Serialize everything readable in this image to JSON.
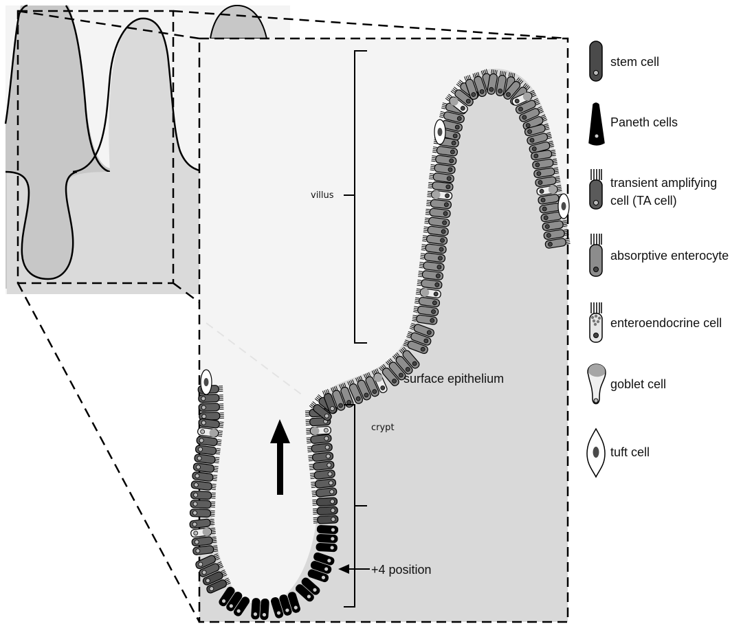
{
  "labels": {
    "villus": "villus",
    "crypt": "crypt",
    "surface": "surface epithelium",
    "plus4": "+4 position"
  },
  "legend": [
    {
      "key": "stem",
      "label": "stem cell",
      "color": "#4a4a4a"
    },
    {
      "key": "paneth",
      "label": "Paneth cells",
      "color": "#000000"
    },
    {
      "key": "ta",
      "label_lines": [
        "transient amplifying",
        "cell (TA cell)"
      ],
      "color": "#5a5a5a"
    },
    {
      "key": "entero",
      "label": "absorptive enterocyte",
      "color": "#8c8c8c"
    },
    {
      "key": "endo",
      "label": "enteroendocrine cell",
      "color": "#e6e6e6"
    },
    {
      "key": "goblet",
      "label": "goblet cell",
      "color": "#eeeeee"
    },
    {
      "key": "tuft",
      "label": "tuft cell",
      "color": "#ffffff"
    }
  ],
  "colors": {
    "background_panel": "#f4f4f4",
    "lamina": "#dadada",
    "villus_dark": "#c7c7c7",
    "paneth": "#000000",
    "stem": "#4a4a4a",
    "ta": "#5e5e5e",
    "enterocyte": "#8e8e8e",
    "goblet_mucus": "#a5a5a5"
  }
}
